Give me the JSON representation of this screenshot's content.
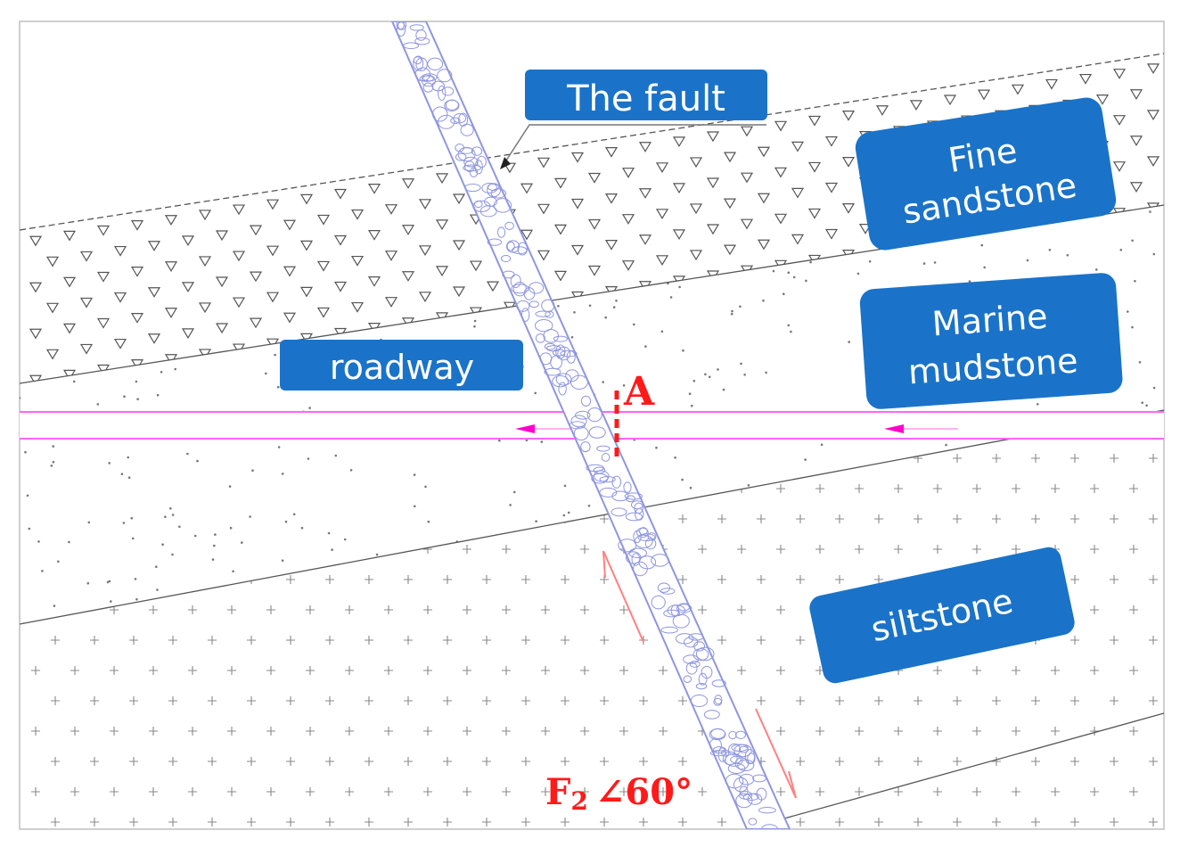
{
  "labels": {
    "fault": "The fault",
    "fine_sandstone_1": "Fine",
    "fine_sandstone_2": "sandstone",
    "marine_mudstone_1": "Marine",
    "marine_mudstone_2": "mudstone",
    "roadway": "roadway",
    "siltstone": "siltstone"
  },
  "markers": {
    "point": "A",
    "fault_name": "F",
    "fault_subscript": "2",
    "fault_angle": "∠60°"
  },
  "colors": {
    "label_bg": "#1a73c8",
    "fault_zone": "#8f96e0",
    "roadway_line": "#ff66ff",
    "marker_red": "#ff1a1a",
    "stratum_line": "#555555"
  }
}
